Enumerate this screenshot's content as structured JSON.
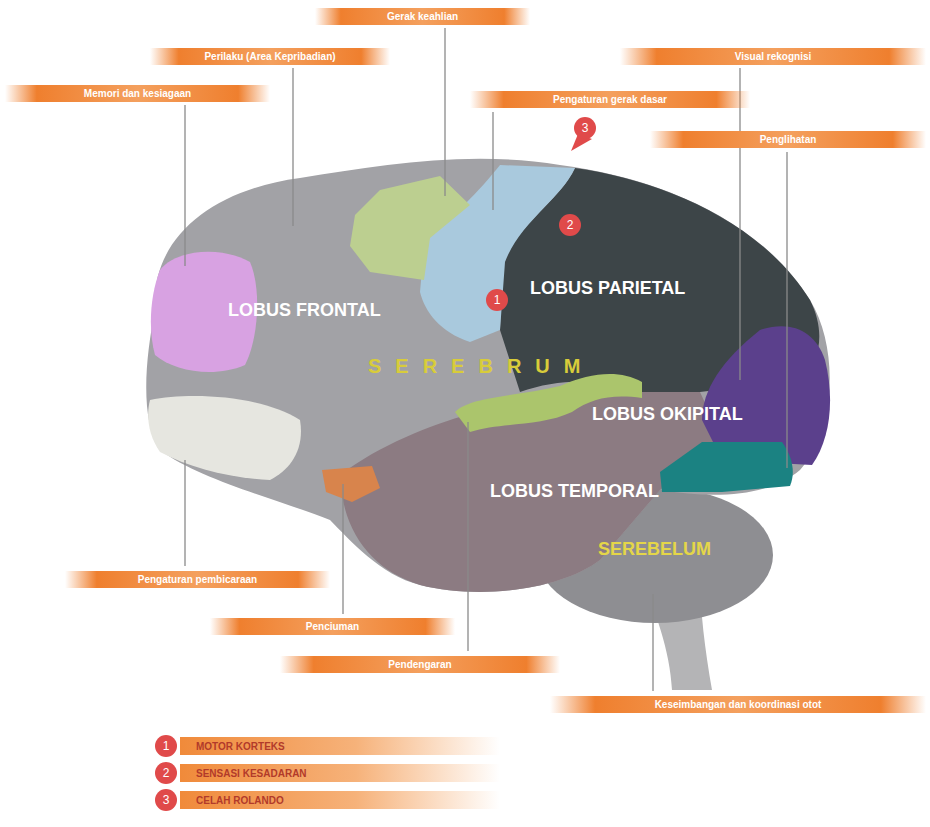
{
  "diagram": {
    "nodes": [
      {
        "text": [
          "Gerak keahlian"
        ]
      },
      {
        "text": [
          "Perilaku (Area Kepribadian)"
        ]
      },
      {
        "text": [
          "Visual rekognisi"
        ]
      },
      {
        "text": [
          "Memori dan kesiagaan"
        ]
      },
      {
        "text": [
          "Pengaturan gerak dasar"
        ]
      },
      {
        "text": [
          "Penglihatan"
        ]
      },
      {
        "text": [
          "3"
        ]
      },
      {
        "text": [
          "2"
        ]
      },
      {
        "text": [
          "1"
        ]
      },
      {
        "text": [
          "Pengaturan pembicaraan"
        ]
      },
      {
        "text": [
          "Penciuman"
        ]
      },
      {
        "text": [
          "Pendengaran"
        ]
      },
      {
        "text": [
          "Keseimbangan dan koordinasi otot"
        ]
      },
      {
        "text": [
          "1"
        ]
      },
      {
        "text": [
          "MOTOR KORTEKS"
        ]
      },
      {
        "text": [
          "2"
        ]
      },
      {
        "text": [
          "SENSASI KESADARAN"
        ]
      },
      {
        "text": [
          "3"
        ]
      },
      {
        "text": [
          "CELAH ROLANDO"
        ]
      }
    ],
    "labels": [
      "LOBUS PARIETAL",
      "LOBUS FRONTAL",
      "SEREBRUM",
      "LOBUS OKIPITAL",
      "LOBUS TEMPORAL",
      "SEREBELUM"
    ]
  }
}
